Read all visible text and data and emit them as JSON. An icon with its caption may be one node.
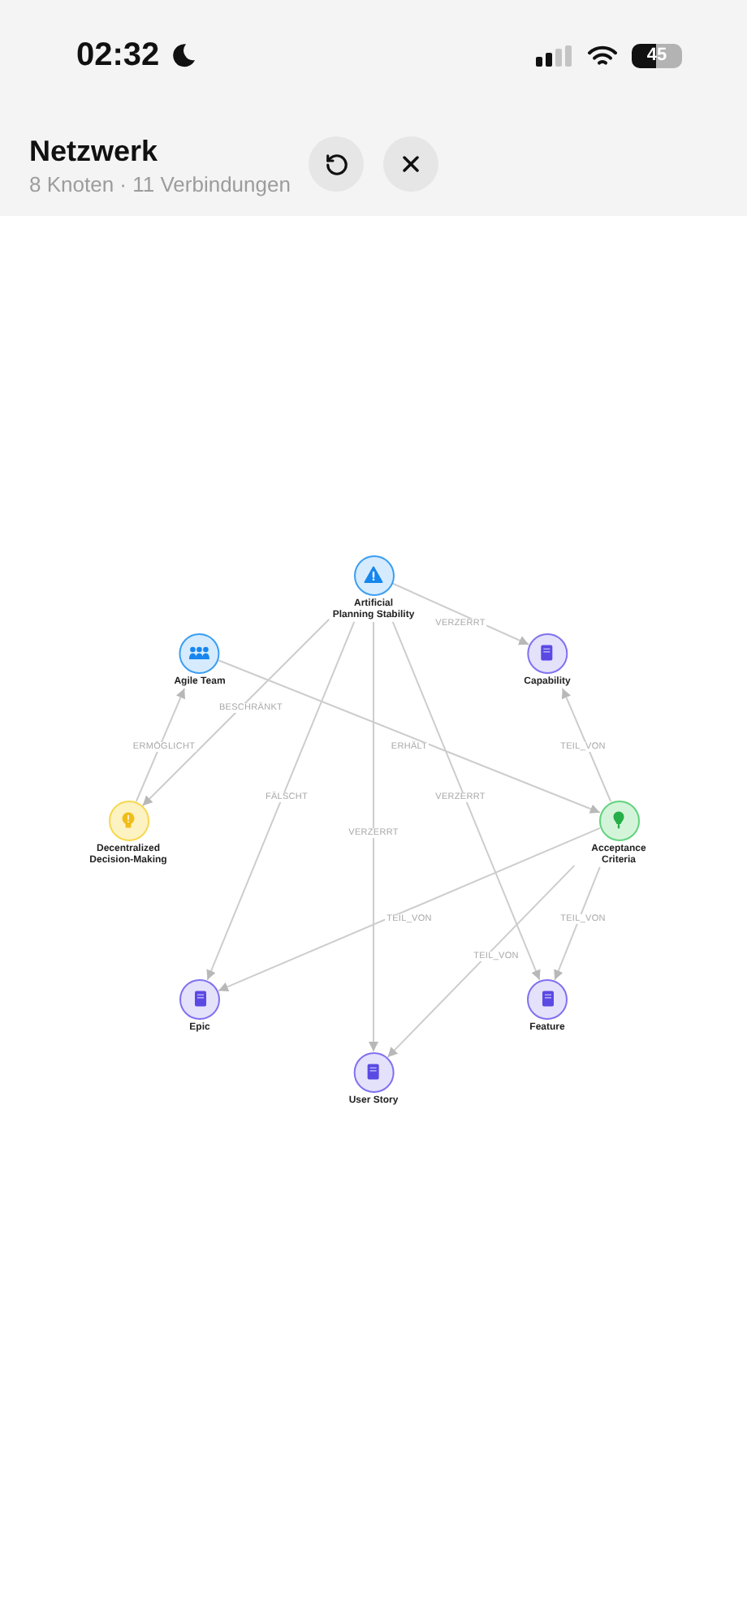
{
  "diagram": {
    "title": "Netzwerk",
    "nodes": [
      {
        "text": [
          "Artificial Planning Stability"
        ]
      },
      {
        "text": [
          "Agile Team"
        ]
      },
      {
        "text": [
          "Capability"
        ]
      },
      {
        "text": [
          "Decentralized Decision-Making"
        ]
      },
      {
        "text": [
          "Acceptance Criteria"
        ]
      },
      {
        "text": [
          "Epic"
        ]
      },
      {
        "text": [
          "Feature"
        ]
      },
      {
        "text": [
          "User Story"
        ]
      }
    ],
    "edges": [
      {
        "from": 0,
        "to": 2,
        "arrow": "to",
        "label": "VERZERRT"
      },
      {
        "from": 0,
        "to": 3,
        "arrow": "to",
        "label": "BESCHRÄNKT"
      },
      {
        "from": 3,
        "to": 1,
        "arrow": "to",
        "label": "ERMÖGLICHT"
      },
      {
        "from": 1,
        "to": 4,
        "arrow": "to",
        "label": "ERHÄLT"
      },
      {
        "from": 4,
        "to": 2,
        "arrow": "to",
        "label": "TEIL_VON"
      },
      {
        "from": 0,
        "to": 5,
        "arrow": "to",
        "label": "FÄLSCHT"
      },
      {
        "from": 0,
        "to": 7,
        "arrow": "to",
        "label": "VERZERRT"
      },
      {
        "from": 0,
        "to": 6,
        "arrow": "to",
        "label": "VERZERRT"
      },
      {
        "from": 4,
        "to": 5,
        "arrow": "to",
        "label": "TEIL_VON"
      },
      {
        "from": 4,
        "to": 6,
        "arrow": "to",
        "label": "TEIL_VON"
      },
      {
        "from": 4,
        "to": 7,
        "arrow": "to",
        "label": "TEIL_VON"
      }
    ],
    "labels": [
      "02:32",
      "45",
      "8 Knoten · 11 Verbindungen"
    ]
  }
}
